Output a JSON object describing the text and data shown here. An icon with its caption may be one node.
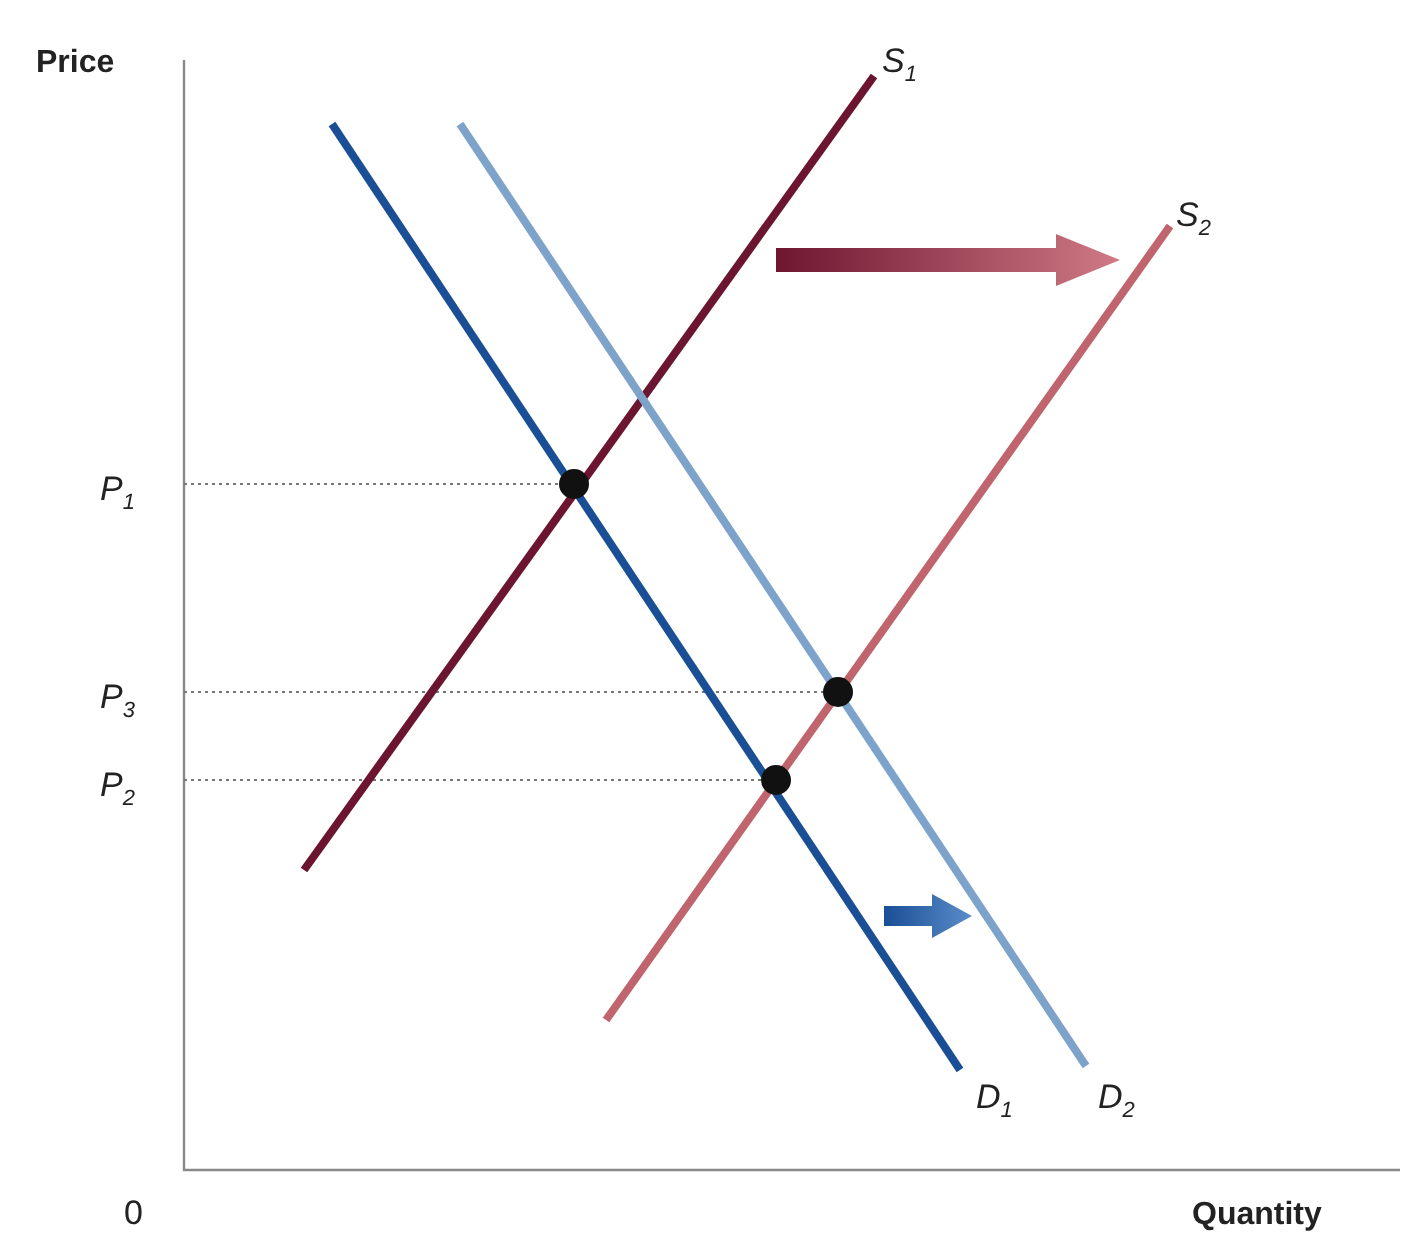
{
  "diagram": {
    "labels": [
      "Price",
      "S$_{1}$",
      "S$_{2}$",
      "P$_{1}$",
      "P$_{3}$",
      "P$_{2}$",
      "D$_{1}$",
      "D$_{2}$",
      "0",
      "Quantity"
    ]
  }
}
